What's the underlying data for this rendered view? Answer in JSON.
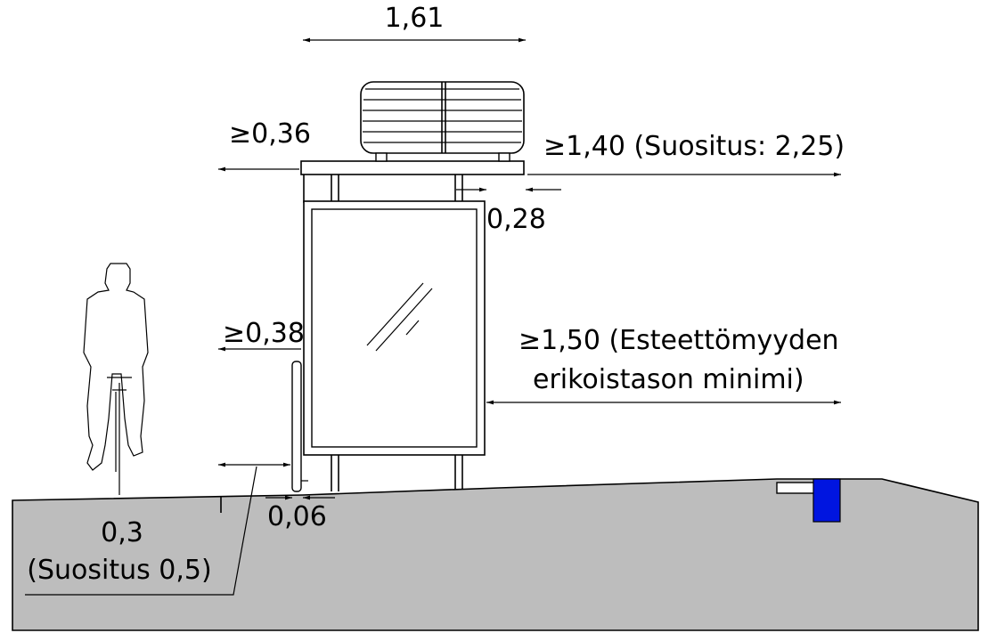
{
  "drawing": {
    "roof_width": "1,61",
    "roof_overhang_left": "≥0,36",
    "clearance_right_roof": "≥1,40 (Suositus: 2,25)",
    "roof_overhang_right": "0,28",
    "panel_to_path_left": "≥0,38",
    "clearance_right_panel_line1": "≥1,50 (Esteettömyyden",
    "clearance_right_panel_line2": "erikoistason minimi)",
    "post_offset": "0,06",
    "path_clearance_line1": "0,3",
    "path_clearance_line2": "(Suositus 0,5)"
  },
  "colors": {
    "ground": "#bdbdbd",
    "curb_marker": "#0015e0",
    "panel": "#ffffff",
    "outline": "#000000"
  },
  "icons": [
    "cyclist-figure",
    "bus-shelter",
    "seat-bench",
    "curb-marker"
  ]
}
